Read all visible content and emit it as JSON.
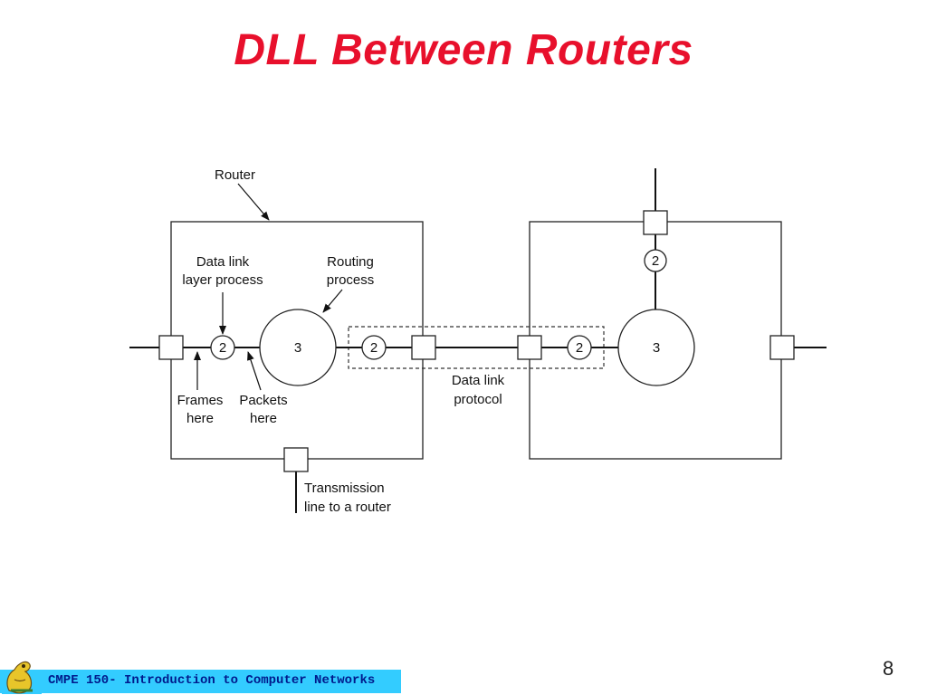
{
  "slide": {
    "title": "DLL Between Routers",
    "page_number": "8",
    "footer": "CMPE 150- Introduction to Computer Networks"
  },
  "diagram": {
    "labels": {
      "router": "Router",
      "dll_process_line1": "Data link",
      "dll_process_line2": "layer process",
      "routing_process_line1": "Routing",
      "routing_process_line2": "process",
      "frames_line1": "Frames",
      "frames_line2": "here",
      "packets_line1": "Packets",
      "packets_line2": "here",
      "dl_protocol_line1": "Data link",
      "dl_protocol_line2": "protocol",
      "transmission_line1": "Transmission",
      "transmission_line2": "line to a router"
    },
    "nodes": {
      "left_dll": "2",
      "left_routing": "3",
      "mid_dll_left": "2",
      "mid_dll_right": "2",
      "right_routing": "3",
      "right_top_dll": "2"
    }
  }
}
